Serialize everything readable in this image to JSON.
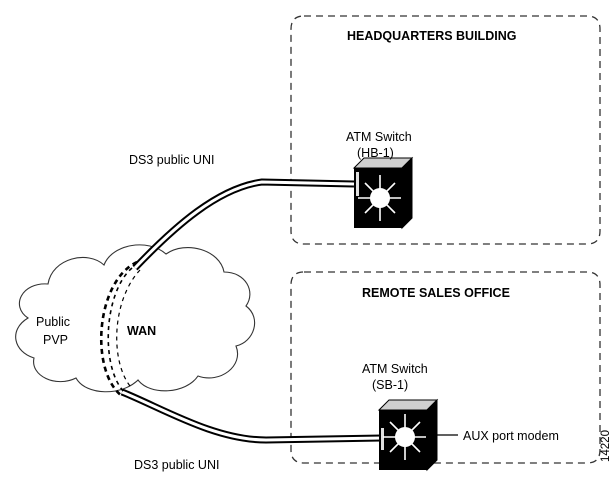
{
  "hq": {
    "title": "HEADQUARTERS BUILDING",
    "switch_label": "ATM Switch",
    "switch_id": "(HB-1)"
  },
  "remote": {
    "title": "REMOTE SALES OFFICE",
    "switch_label": "ATM Switch",
    "switch_id": "(SB-1)",
    "aux_label": "AUX port modem"
  },
  "links": {
    "top": "DS3 public UNI",
    "bottom": "DS3 public UNI"
  },
  "cloud": {
    "left_line1": "Public",
    "left_line2": "PVP",
    "center": "WAN"
  },
  "figure_id": "14220"
}
